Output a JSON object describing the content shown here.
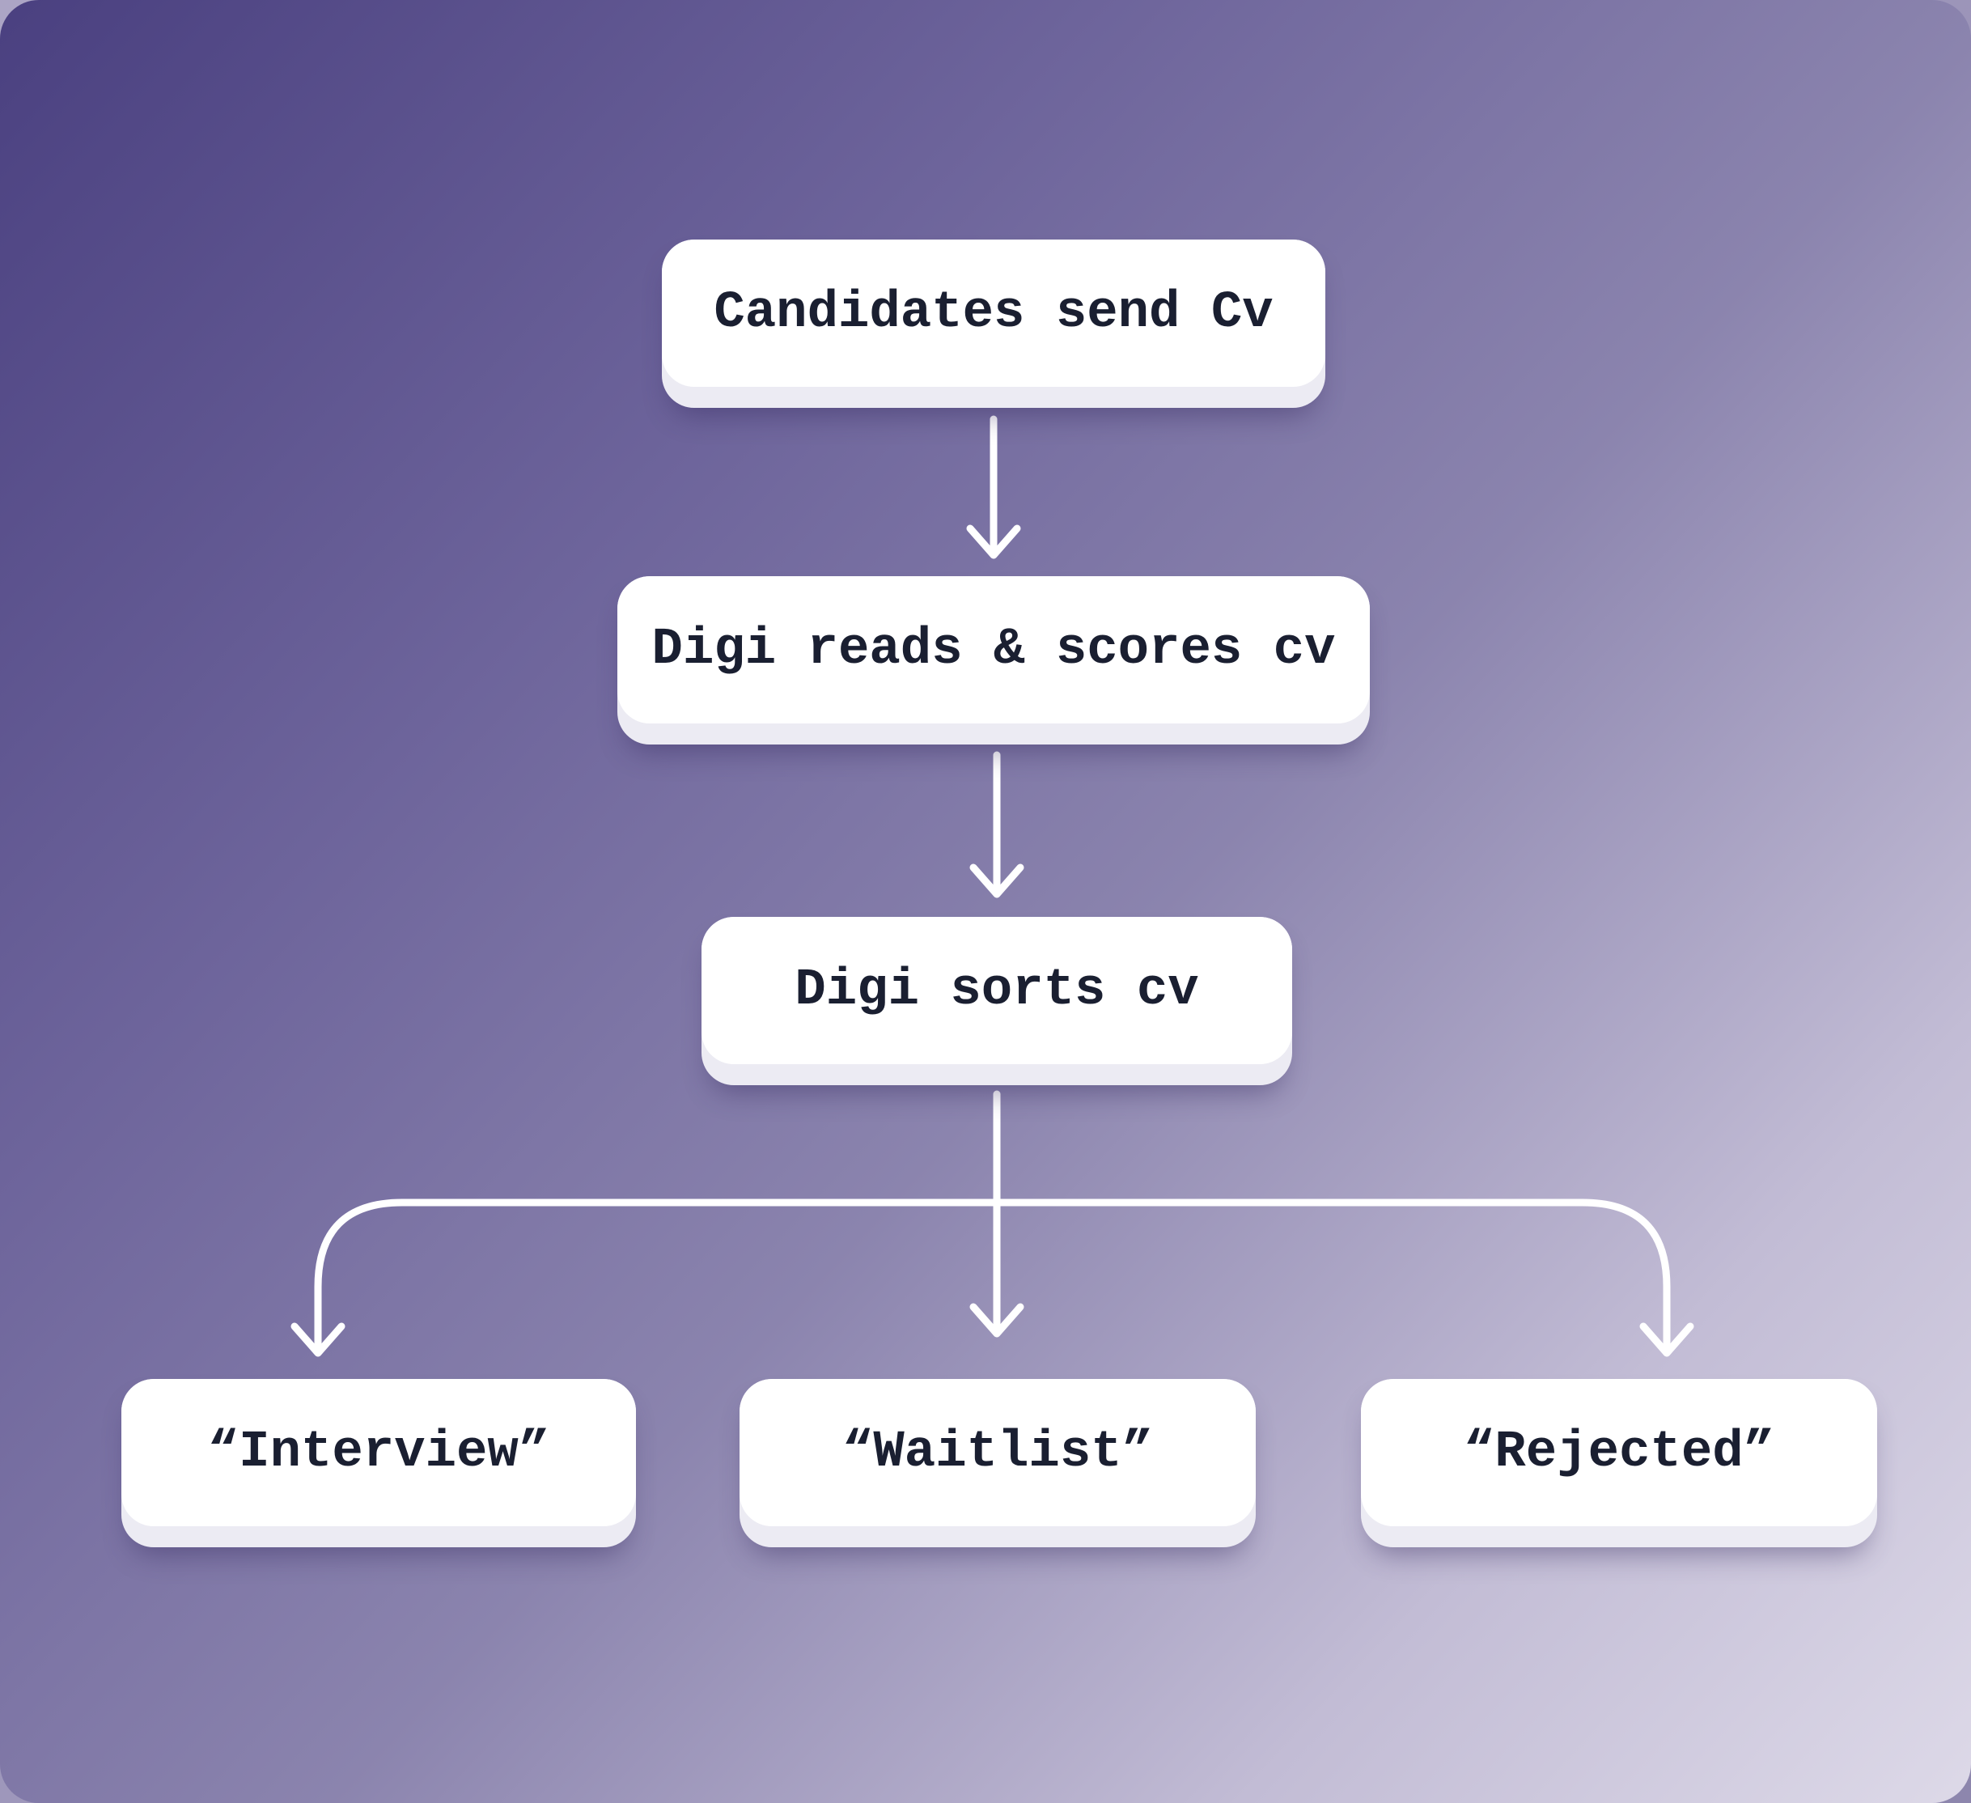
{
  "flowchart": {
    "nodes": [
      {
        "id": "candidates-send-cv",
        "label": "Candidates send Cv"
      },
      {
        "id": "digi-reads-scores-cv",
        "label": "Digi reads & scores cv"
      },
      {
        "id": "digi-sorts-cv",
        "label": "Digi sorts cv"
      },
      {
        "id": "interview",
        "label": "“Interview”"
      },
      {
        "id": "waitlist",
        "label": "“Waitlist”"
      },
      {
        "id": "rejected",
        "label": "“Rejected”"
      }
    ],
    "edges": [
      {
        "from": "candidates-send-cv",
        "to": "digi-reads-scores-cv"
      },
      {
        "from": "digi-reads-scores-cv",
        "to": "digi-sorts-cv"
      },
      {
        "from": "digi-sorts-cv",
        "to": "interview"
      },
      {
        "from": "digi-sorts-cv",
        "to": "waitlist"
      },
      {
        "from": "digi-sorts-cv",
        "to": "rejected"
      }
    ]
  },
  "colors": {
    "canvas_gradient_start": "#4a4080",
    "canvas_gradient_mid": "#8b84ae",
    "canvas_gradient_end": "#ddd9e8",
    "page_gradient_start": "#aca5c5",
    "page_gradient_end": "#8d86ad",
    "node_fill": "#ffffff",
    "node_shadow_band": "#ecebf3",
    "node_text": "#1a1f31",
    "connector": "#ffffff"
  }
}
